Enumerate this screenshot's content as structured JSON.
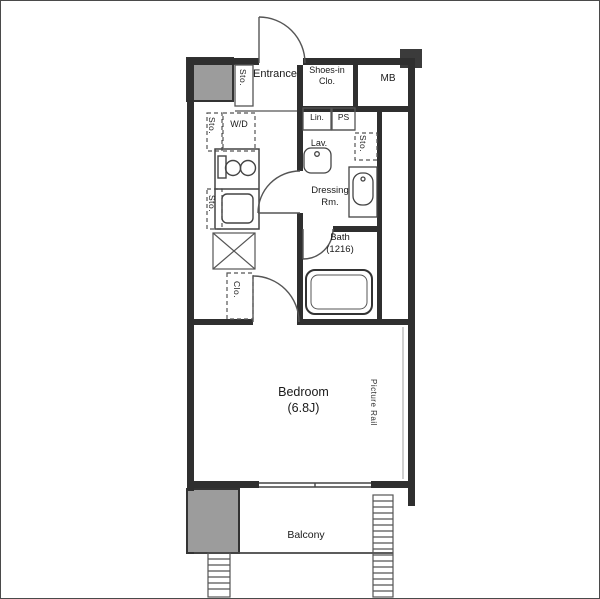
{
  "labels": {
    "entrance": "Entrance",
    "shoes_l1": "Shoes-in",
    "shoes_l2": "Clo.",
    "mb": "MB",
    "wd": "W/D",
    "lin": "Lin.",
    "ps": "PS",
    "lav": "Lav.",
    "sto": "Sto.",
    "dressing_l1": "Dressing",
    "dressing_l2": "Rm.",
    "bath_l1": "Bath",
    "bath_l2": "(1216)",
    "clo": "Clo.",
    "bedroom_l1": "Bedroom",
    "bedroom_l2": "(6.8J)",
    "picture_rail": "Picture Rail",
    "balcony": "Balcony"
  },
  "colors": {
    "wall": "#2f2f2f",
    "pillar": "#9c9c9c",
    "line": "#555555",
    "background": "#ffffff"
  }
}
